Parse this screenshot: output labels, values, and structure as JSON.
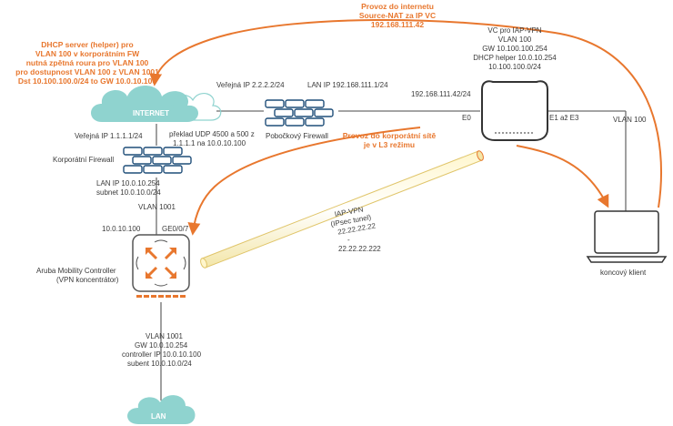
{
  "colors": {
    "accent_orange": "#e8772e",
    "firewall_blue": "#1f4e79",
    "cloud_teal": "#8fd3cf",
    "line_gray": "#6d6d6d",
    "text_gray": "#3a3a3a"
  },
  "icons": {
    "internet_cloud": "cloud-icon",
    "lan_cloud": "cloud-icon",
    "branch_firewall": "brick-firewall-icon",
    "corporate_firewall": "brick-firewall-icon",
    "access_point": "access-point-icon",
    "controller": "mobility-controller-icon",
    "client": "laptop-icon",
    "ipsec_tunnel": "tunnel-icon"
  },
  "top_annotation": {
    "lines": [
      "Provoz do internetu",
      "Source-NAT za IP VC",
      "192.168.111.42"
    ]
  },
  "dhcp_note": {
    "lines": [
      "DHCP server (helper) pro",
      "VLAN 100 v korporátním FW",
      "nutná zpětná roura pro VLAN 100",
      "pro dostupnost VLAN 100 z VLAN 1001",
      "Dst 10.100.100.0/24 to GW 10.0.10.100"
    ]
  },
  "vc_note": {
    "lines": [
      "VC pro IAP-VPN",
      "VLAN 100",
      "GW 10.100.100.254",
      "DHCP helper 10.0.10.254",
      "10.100.100.0/24"
    ]
  },
  "internet_cloud": {
    "label": "INTERNET"
  },
  "lan_cloud": {
    "label": "LAN"
  },
  "branch": {
    "public_ip": "Veřejná IP 2.2.2.2/24",
    "lan_ip": "LAN IP 192.168.111.1/24",
    "firewall_label": "Pobočkový Firewall"
  },
  "ap": {
    "ip_label": "192.168.111.42/24",
    "port_e0": "E0",
    "port_e1_e3": "E1 až E3",
    "vlan_label": "VLAN 100"
  },
  "corporate": {
    "public_ip": "Veřejná IP 1.1.1.1/24",
    "udp_note": [
      "překlad UDP 4500 a 500 z",
      "1.1.1.1 na 10.0.10.100"
    ],
    "firewall_label": "Korporátní Firewall",
    "lan_note": [
      "LAN IP  10.0.10.254",
      "subnet  10.0.10.0/24"
    ],
    "vlan_label": "VLAN 1001",
    "controller_ip": "10.0.10.100",
    "port_label": "GE0/0/7"
  },
  "controller": {
    "lines": [
      "Aruba Mobility Controller",
      "(VPN koncentrátor)"
    ]
  },
  "controller_note": {
    "lines": [
      "VLAN 1001",
      "GW 10.0.10.254",
      "controller IP 10.0.10.100",
      "subent 10.0.10.0/24"
    ]
  },
  "tunnel": {
    "lines": [
      "IAP-VPN",
      "(IPsec tunel)",
      "22.22.22.22",
      "-",
      "22.22.22.222"
    ]
  },
  "corp_traffic_note": {
    "lines": [
      "Provoz do korporátní sítě",
      "je v L3 režimu"
    ]
  },
  "client": {
    "label": "koncový klient"
  }
}
